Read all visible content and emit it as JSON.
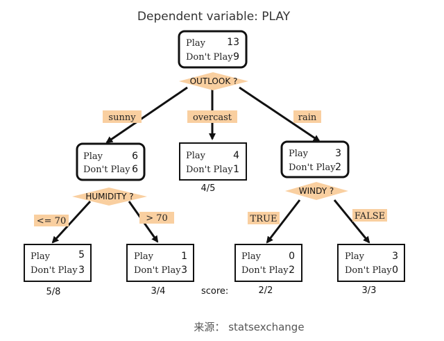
{
  "title": "Dependent variable: PLAY",
  "source": "来源： statsexchange",
  "score_label": "score:",
  "colors": {
    "label_fill": "#f9cfa0",
    "box_stroke": "#111111",
    "arrow": "#111111"
  },
  "nodes": {
    "root": {
      "play_label": "Play",
      "play": "13",
      "dont_label": "Don't Play",
      "dont": "9"
    },
    "sunny": {
      "play_label": "Play",
      "play": "6",
      "dont_label": "Don't Play",
      "dont": "6"
    },
    "overcast": {
      "play_label": "Play",
      "play": "4",
      "dont_label": "Don't Play",
      "dont": "1",
      "score": "4/5"
    },
    "rain": {
      "play_label": "Play",
      "play": "3",
      "dont_label": "Don't Play",
      "dont": "2"
    },
    "le70": {
      "play_label": "Play",
      "play": "5",
      "dont_label": "Don't Play",
      "dont": "3",
      "score": "5/8"
    },
    "gt70": {
      "play_label": "Play",
      "play": "1",
      "dont_label": "Don't Play",
      "dont": "3",
      "score": "3/4"
    },
    "true": {
      "play_label": "Play",
      "play": "0",
      "dont_label": "Don't Play",
      "dont": "2",
      "score": "2/2"
    },
    "false": {
      "play_label": "Play",
      "play": "3",
      "dont_label": "Don't Play",
      "dont": "0",
      "score": "3/3"
    }
  },
  "splits": {
    "outlook": "OUTLOOK ?",
    "humidity": "HUMIDITY ?",
    "windy": "WINDY ?"
  },
  "edges": {
    "sunny": "sunny",
    "overcast": "overcast",
    "rain": "rain",
    "le70": "<= 70",
    "gt70": "> 70",
    "true": "TRUE",
    "false": "FALSE"
  }
}
